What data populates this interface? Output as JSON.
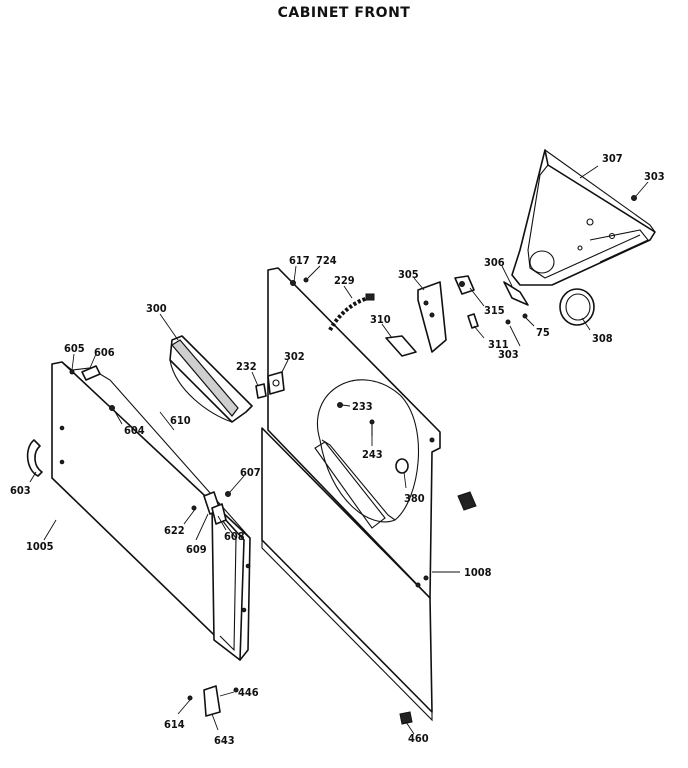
{
  "title": "CABINET FRONT",
  "part_labels": {
    "p307": "307",
    "p303a": "303",
    "p306": "306",
    "p305": "305",
    "p315": "315",
    "p75": "75",
    "p308": "308",
    "p310": "310",
    "p311": "311",
    "p303b": "303",
    "p617": "617",
    "p724": "724",
    "p229": "229",
    "p300": "300",
    "p302": "302",
    "p232": "232",
    "p605": "605",
    "p606": "606",
    "p604": "604",
    "p610": "610",
    "p233": "233",
    "p243": "243",
    "p380": "380",
    "p607": "607",
    "p603": "603",
    "p622": "622",
    "p608": "608",
    "p609": "609",
    "p1005": "1005",
    "p1008": "1008",
    "p446": "446",
    "p614": "614",
    "p643": "643",
    "p460": "460"
  }
}
